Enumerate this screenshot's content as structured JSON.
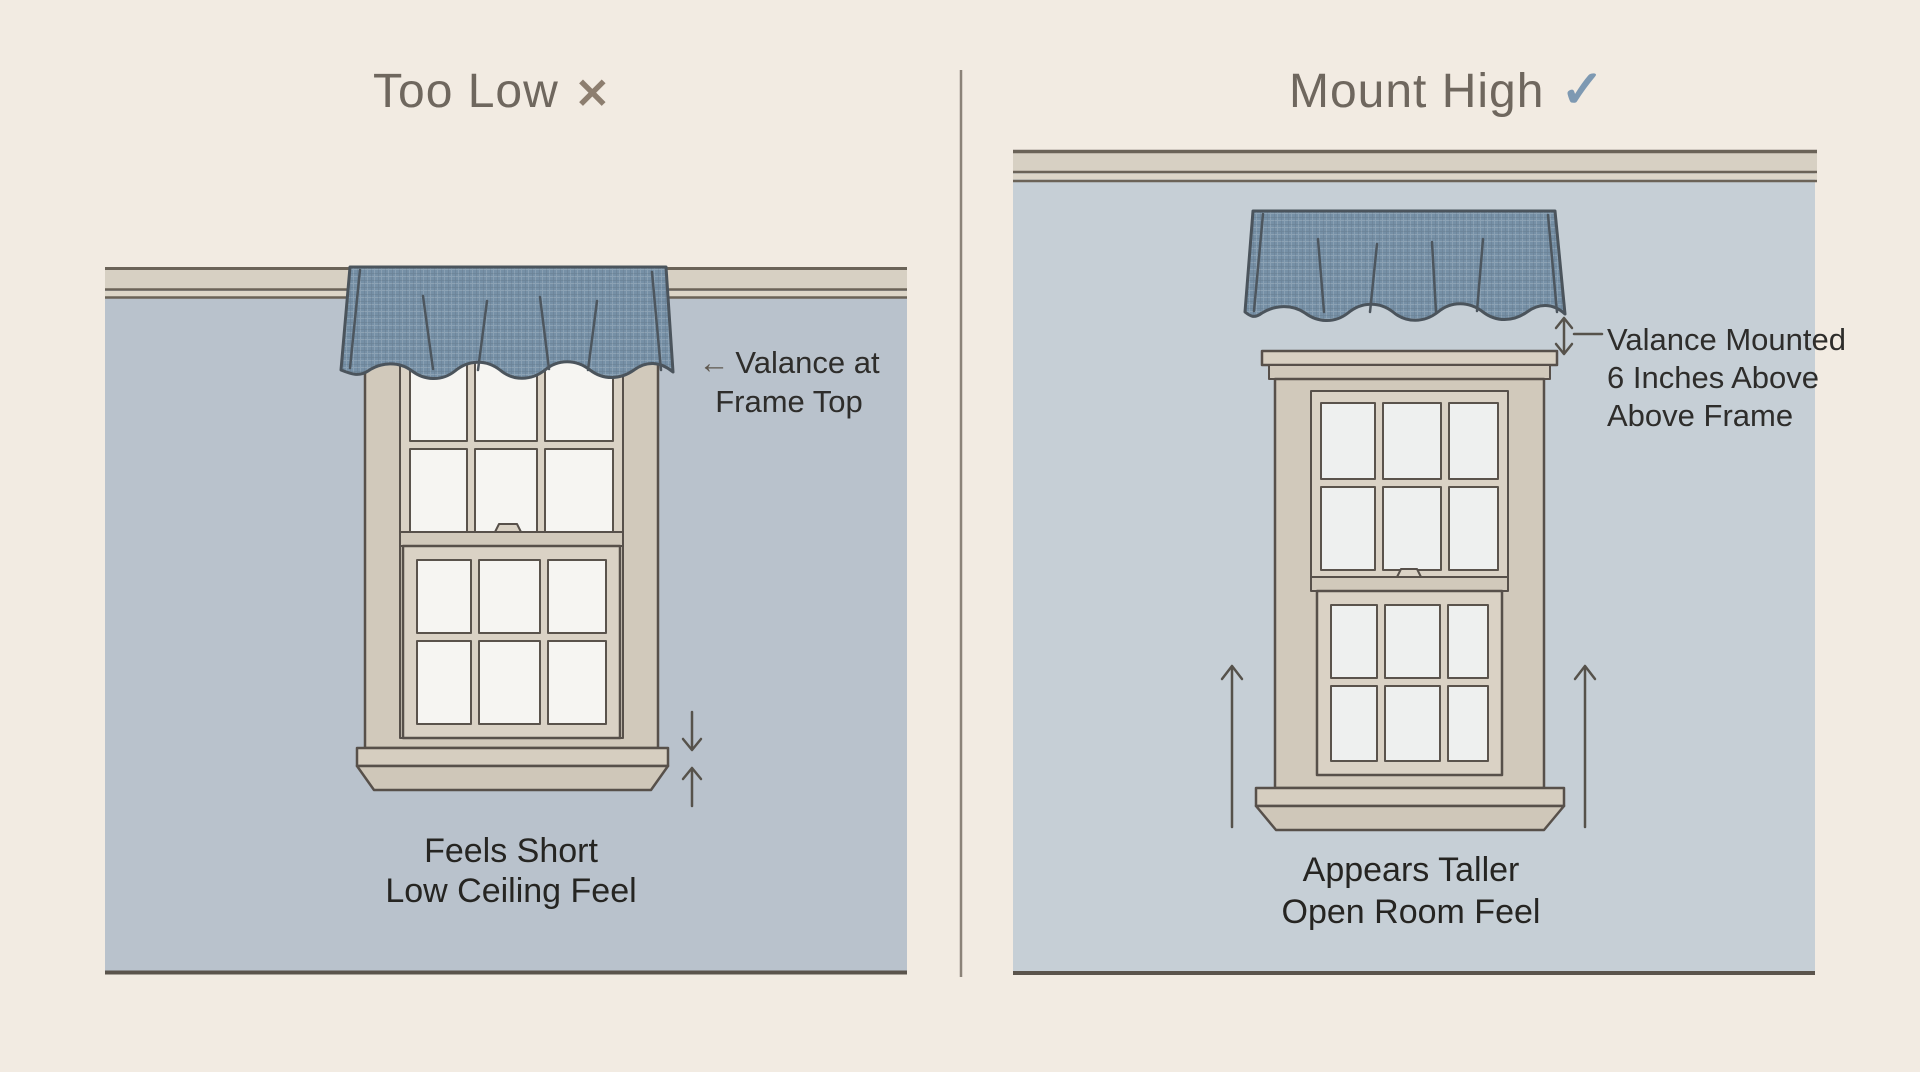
{
  "left_panel": {
    "title": "Too Low",
    "x_mark": "✕",
    "annotation": {
      "arrow": "←",
      "line1": "Valance at",
      "line2": "Frame Top"
    },
    "caption": {
      "line1": "Feels Short",
      "line2": "Low Ceiling Feel"
    }
  },
  "right_panel": {
    "title": "Mount High",
    "check_mark": "✓",
    "annotation": {
      "line1": "Valance Mounted",
      "line2": "6 Inches Above",
      "line3": "Above Frame"
    },
    "caption": {
      "line1": "Appears Taller",
      "line2": "Open Room Feel"
    }
  },
  "colors": {
    "background": "#f2ebe2",
    "left_wall": "#b9c2cc",
    "right_wall": "#c6cfd6",
    "ceiling_trim": "#d7d0c3",
    "trim_line": "#6b6358",
    "valance_fabric": "#7690a6",
    "valance_outline": "#4b545c",
    "window_casing": "#d1c9bb",
    "window_sash": "#dad2c5",
    "window_pane_left": "#f6f5f2",
    "window_pane_right": "#eef0ef",
    "outline_dark": "#57504a",
    "divider": "#8b8278",
    "title_text": "#6f675e",
    "x_mark": "#8d7e6f",
    "check_mark": "#7e99b2",
    "annotation_text": "#2e2d2b",
    "arrow_stroke": "#56524b"
  }
}
